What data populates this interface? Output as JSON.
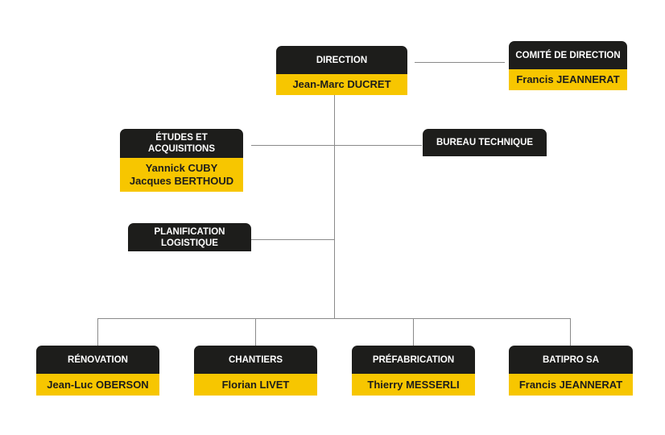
{
  "chart": {
    "direction": {
      "title": "DIRECTION",
      "people": [
        "Jean-Marc DUCRET"
      ]
    },
    "comite": {
      "title": "COMITÉ DE DIRECTION",
      "people": [
        "Francis JEANNERAT"
      ]
    },
    "etudes": {
      "title": "ÉTUDES ET\nACQUISITIONS",
      "people": [
        "Yannick CUBY",
        "Jacques BERTHOUD"
      ]
    },
    "bureau": {
      "title": "BUREAU TECHNIQUE"
    },
    "planification": {
      "title": "PLANIFICATION\nLOGISTIQUE"
    },
    "renovation": {
      "title": "RÉNOVATION",
      "people": [
        "Jean-Luc OBERSON"
      ]
    },
    "chantiers": {
      "title": "CHANTIERS",
      "people": [
        "Florian LIVET"
      ]
    },
    "prefabrication": {
      "title": "PRÉFABRICATION",
      "people": [
        "Thierry MESSERLI"
      ]
    },
    "batipro": {
      "title": "BATIPRO SA",
      "people": [
        "Francis JEANNERAT"
      ]
    }
  },
  "colors": {
    "header_bg": "#1d1d1b",
    "name_bg": "#f7c600",
    "connector": "#8a8a8a"
  }
}
